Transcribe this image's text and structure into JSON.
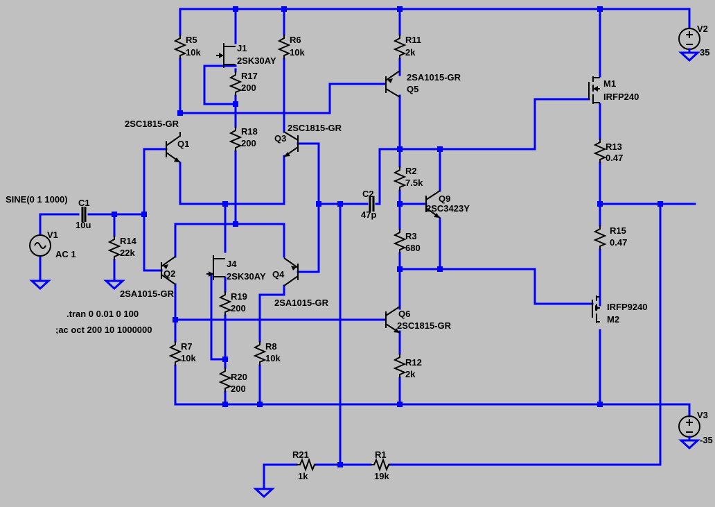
{
  "components": {
    "R5": {
      "ref": "R5",
      "value": "10k"
    },
    "R6": {
      "ref": "R6",
      "value": "10k"
    },
    "R17": {
      "ref": "R17",
      "value": "200"
    },
    "R18": {
      "ref": "R18",
      "value": "200"
    },
    "R11": {
      "ref": "R11",
      "value": "2k"
    },
    "R2": {
      "ref": "R2",
      "value": "7.5k"
    },
    "R3": {
      "ref": "R3",
      "value": "680"
    },
    "R12": {
      "ref": "R12",
      "value": "2k"
    },
    "R13": {
      "ref": "R13",
      "value": "0.47"
    },
    "R15": {
      "ref": "R15",
      "value": "0.47"
    },
    "R14": {
      "ref": "R14",
      "value": "22k"
    },
    "R7": {
      "ref": "R7",
      "value": "10k"
    },
    "R8": {
      "ref": "R8",
      "value": "10k"
    },
    "R19": {
      "ref": "R19",
      "value": "200"
    },
    "R20": {
      "ref": "R20",
      "value": "200"
    },
    "R21": {
      "ref": "R21",
      "value": "1k"
    },
    "R1": {
      "ref": "R1",
      "value": "19k"
    },
    "C1": {
      "ref": "C1",
      "value": "10u"
    },
    "C2": {
      "ref": "C2",
      "value": "47p"
    },
    "J1": {
      "ref": "J1",
      "value": "2SK30AY"
    },
    "J4": {
      "ref": "J4",
      "value": "2SK30AY"
    },
    "Q1": {
      "ref": "Q1",
      "value": "2SC1815-GR"
    },
    "Q2": {
      "ref": "Q2",
      "value": "2SA1015-GR"
    },
    "Q3": {
      "ref": "Q3",
      "value": "2SC1815-GR"
    },
    "Q4": {
      "ref": "Q4",
      "value": "2SA1015-GR"
    },
    "Q5": {
      "ref": "Q5",
      "value": "2SA1015-GR"
    },
    "Q6": {
      "ref": "Q6",
      "value": "2SC1815-GR"
    },
    "Q9": {
      "ref": "Q9",
      "value": "2SC3423Y"
    },
    "M1": {
      "ref": "M1",
      "value": "IRFP240"
    },
    "M2": {
      "ref": "M2",
      "value": "IRFP9240"
    },
    "V1": {
      "ref": "V1",
      "value": "AC 1",
      "source": "SINE(0 1 1000)"
    },
    "V2": {
      "ref": "V2",
      "value": "35"
    },
    "V3": {
      "ref": "V3",
      "value": "-35"
    }
  },
  "directives": {
    "tran": ".tran 0 0.01 0 100",
    "ac": ";ac oct 200 10 1000000"
  },
  "colors": {
    "background": "#c0c0c0",
    "wire": "#0000ff",
    "component": "#000000"
  }
}
